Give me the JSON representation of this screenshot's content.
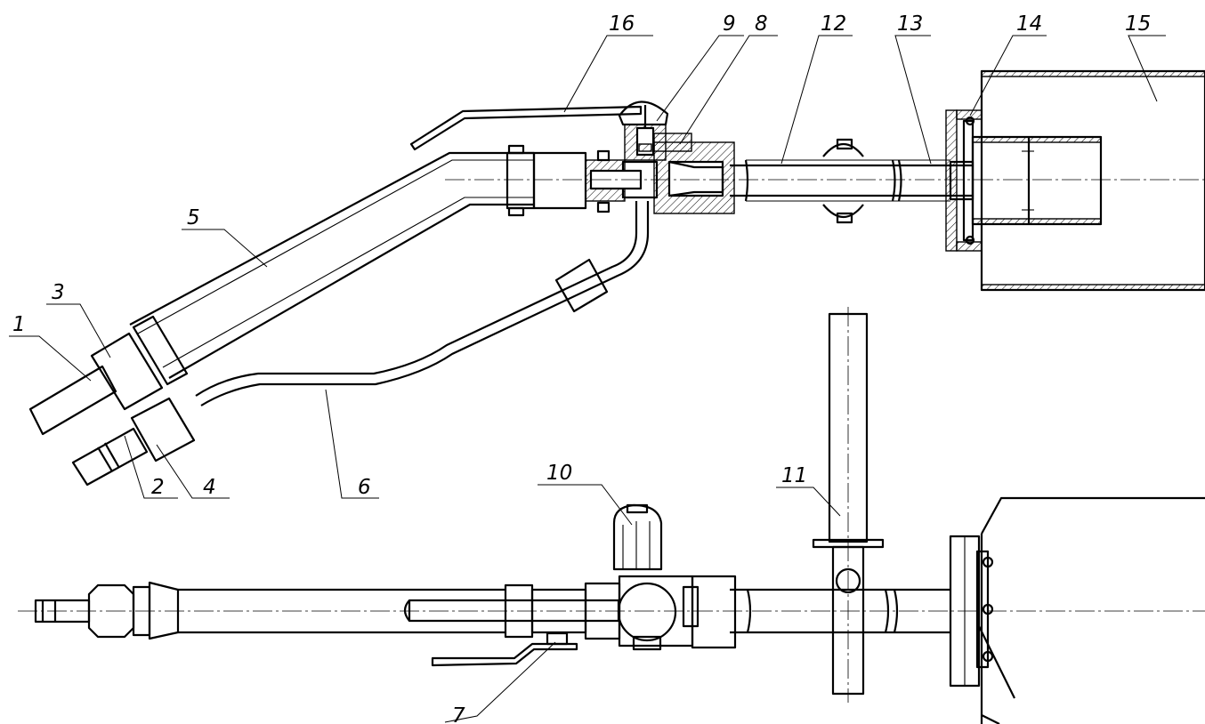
{
  "drawing": {
    "callouts": [
      "1",
      "2",
      "3",
      "4",
      "5",
      "6",
      "7",
      "8",
      "9",
      "10",
      "11",
      "12",
      "13",
      "14",
      "15",
      "16"
    ]
  }
}
